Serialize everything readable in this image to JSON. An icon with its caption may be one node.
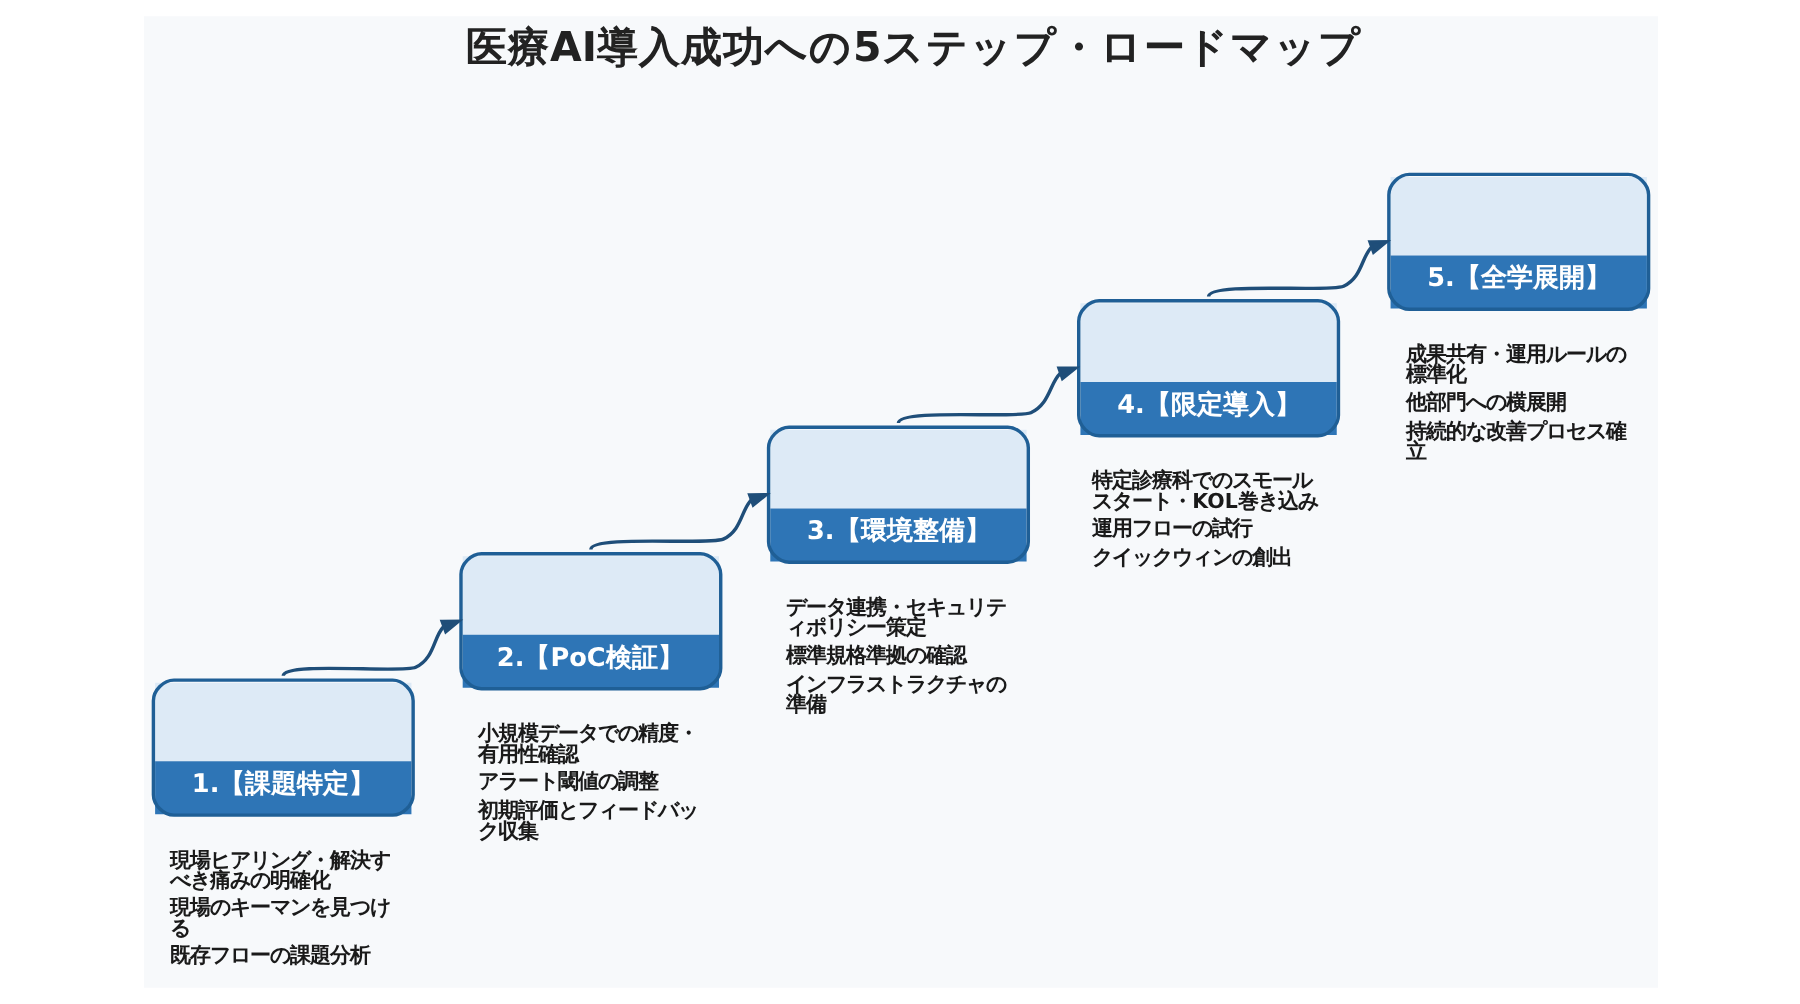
{
  "diagram": {
    "title": "医療AI導入成功への5ステップ・ロードマップ",
    "nodes": [
      {
        "text": [
          "1.【課題特定】"
        ],
        "beside": [
          "現場ヒアリング・解決すべき痛みの明確化",
          "現場のキーマンを見つける",
          "既存フローの課題分析"
        ]
      },
      {
        "text": [
          "2.【PoC検証】"
        ],
        "beside": [
          "小規模データでの精度・有用性確認",
          "アラート閾値の調整",
          "初期評価とフィードバック収集"
        ]
      },
      {
        "text": [
          "3.【環境整備】"
        ],
        "beside": [
          "データ連携・セキュリティポリシー策定",
          "標準規格準拠の確認",
          "インフラストラクチャの準備"
        ]
      },
      {
        "text": [
          "4.【限定導入】"
        ],
        "beside": [
          "特定診療科でのスモールスタート・KOL巻き込み",
          "運用フローの試行",
          "クイックウィンの創出"
        ]
      },
      {
        "text": [
          "5.【全学展開】"
        ],
        "beside": [
          "成果共有・運用ルールの標準化",
          "他部門への横展開",
          "持続的な改善プロセス確立"
        ]
      }
    ],
    "edges": [
      {
        "from": 0,
        "to": 1,
        "arrow": "to"
      },
      {
        "from": 1,
        "to": 2,
        "arrow": "to"
      },
      {
        "from": 2,
        "to": 3,
        "arrow": "to"
      },
      {
        "from": 3,
        "to": 4,
        "arrow": "to"
      }
    ]
  }
}
